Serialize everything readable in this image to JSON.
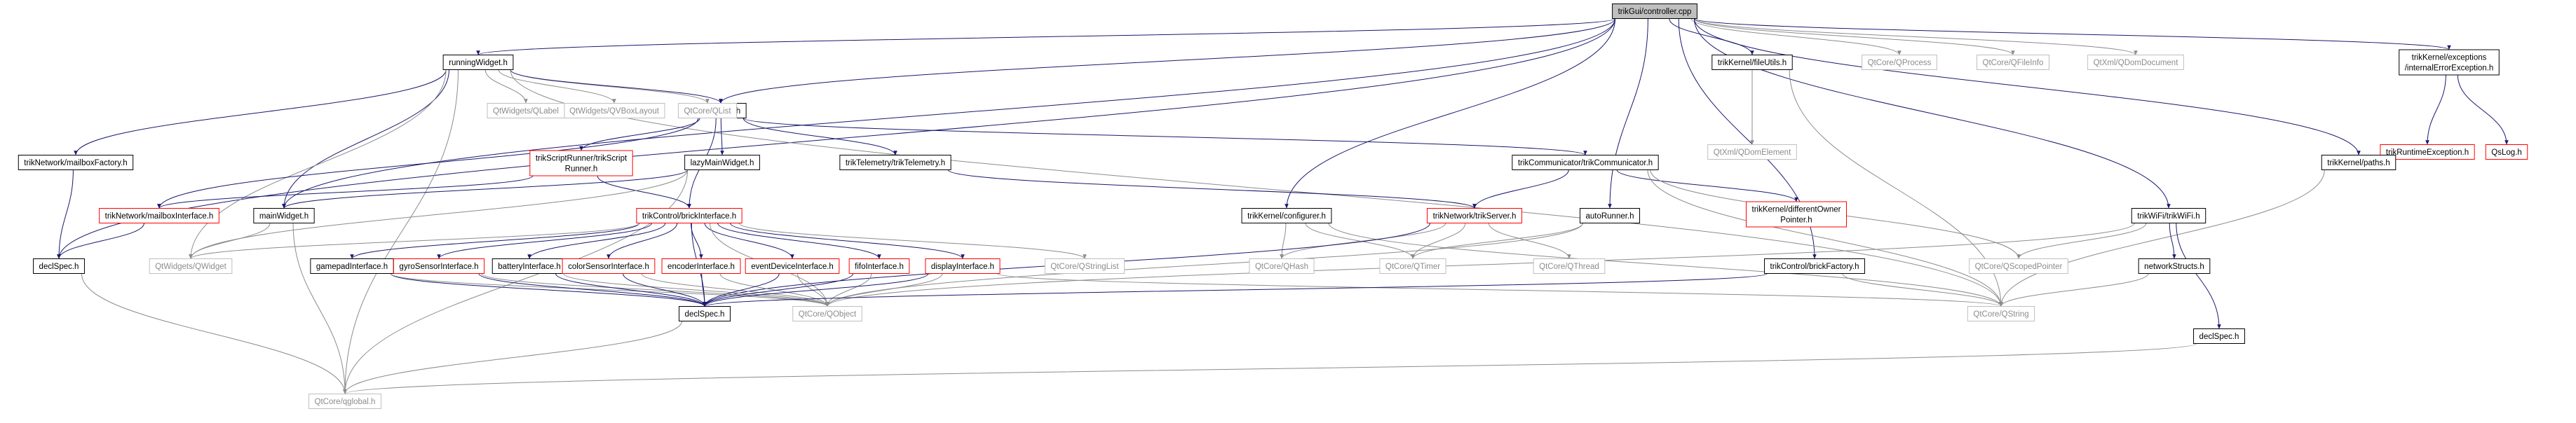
{
  "colors": {
    "edge": "#191970",
    "edge_external": "#8c8c8c",
    "node_border_default": "#000000",
    "node_border_incomplete": "#ff0000",
    "node_border_external": "#bfbfbf",
    "root_fill": "#bfbfbf",
    "external_text": "#8c8c8c"
  },
  "nodes": [
    {
      "id": "root",
      "lines": [
        "trikGui/controller.cpp"
      ],
      "kind": "root"
    },
    {
      "id": "runningWidget",
      "lines": [
        "runningWidget.h"
      ],
      "kind": "normal"
    },
    {
      "id": "controller",
      "lines": [
        "controller.h"
      ],
      "kind": "normal"
    },
    {
      "id": "fileUtils",
      "lines": [
        "trikKernel/fileUtils.h"
      ],
      "kind": "normal"
    },
    {
      "id": "qprocess",
      "lines": [
        "QtCore/QProcess"
      ],
      "kind": "external"
    },
    {
      "id": "qfileinfo",
      "lines": [
        "QtCore/QFileInfo"
      ],
      "kind": "external"
    },
    {
      "id": "qdomdocument",
      "lines": [
        "QtXml/QDomDocument"
      ],
      "kind": "external"
    },
    {
      "id": "internalError",
      "lines": [
        "trikKernel/exceptions",
        "/internalErrorException.h"
      ],
      "kind": "normal"
    },
    {
      "id": "qvboxlayout",
      "lines": [
        "QtWidgets/QVBoxLayout"
      ],
      "kind": "external"
    },
    {
      "id": "qlist",
      "lines": [
        "QtCore/QList"
      ],
      "kind": "external"
    },
    {
      "id": "qlabel",
      "lines": [
        "QtWidgets/QLabel"
      ],
      "kind": "external"
    },
    {
      "id": "qdomelement",
      "lines": [
        "QtXml/QDomElement"
      ],
      "kind": "external"
    },
    {
      "id": "runtimeException",
      "lines": [
        "trikRuntimeException.h"
      ],
      "kind": "incomplete"
    },
    {
      "id": "qslog",
      "lines": [
        "QsLog.h"
      ],
      "kind": "incomplete"
    },
    {
      "id": "mailboxFactory",
      "lines": [
        "trikNetwork/mailboxFactory.h"
      ],
      "kind": "normal"
    },
    {
      "id": "scriptRunner",
      "lines": [
        "trikScriptRunner/trikScript",
        "Runner.h"
      ],
      "kind": "incomplete"
    },
    {
      "id": "lazyMainWidget",
      "lines": [
        "lazyMainWidget.h"
      ],
      "kind": "normal"
    },
    {
      "id": "trikTelemetry",
      "lines": [
        "trikTelemetry/trikTelemetry.h"
      ],
      "kind": "normal"
    },
    {
      "id": "trikCommunicator",
      "lines": [
        "trikCommunicator/trikCommunicator.h"
      ],
      "kind": "normal"
    },
    {
      "id": "paths",
      "lines": [
        "trikKernel/paths.h"
      ],
      "kind": "normal"
    },
    {
      "id": "mailboxInterface",
      "lines": [
        "trikNetwork/mailboxInterface.h"
      ],
      "kind": "incomplete"
    },
    {
      "id": "mainWidget",
      "lines": [
        "mainWidget.h"
      ],
      "kind": "normal"
    },
    {
      "id": "brickInterface",
      "lines": [
        "trikControl/brickInterface.h"
      ],
      "kind": "incomplete"
    },
    {
      "id": "configurer",
      "lines": [
        "trikKernel/configurer.h"
      ],
      "kind": "normal"
    },
    {
      "id": "trikServer",
      "lines": [
        "trikNetwork/trikServer.h"
      ],
      "kind": "incomplete"
    },
    {
      "id": "autoRunner",
      "lines": [
        "autoRunner.h"
      ],
      "kind": "normal"
    },
    {
      "id": "differentOwner",
      "lines": [
        "trikKernel/differentOwner",
        "Pointer.h"
      ],
      "kind": "incomplete"
    },
    {
      "id": "trikWiFi",
      "lines": [
        "trikWiFi/trikWiFi.h"
      ],
      "kind": "normal"
    },
    {
      "id": "declSpec1",
      "lines": [
        "declSpec.h"
      ],
      "kind": "normal"
    },
    {
      "id": "qwidget",
      "lines": [
        "QtWidgets/QWidget"
      ],
      "kind": "external"
    },
    {
      "id": "gamepad",
      "lines": [
        "gamepadInterface.h"
      ],
      "kind": "normal"
    },
    {
      "id": "gyro",
      "lines": [
        "gyroSensorInterface.h"
      ],
      "kind": "incomplete"
    },
    {
      "id": "battery",
      "lines": [
        "batteryInterface.h"
      ],
      "kind": "normal"
    },
    {
      "id": "colorSensor",
      "lines": [
        "colorSensorInterface.h"
      ],
      "kind": "incomplete"
    },
    {
      "id": "encoder",
      "lines": [
        "encoderInterface.h"
      ],
      "kind": "incomplete"
    },
    {
      "id": "eventDevice",
      "lines": [
        "eventDeviceInterface.h"
      ],
      "kind": "incomplete"
    },
    {
      "id": "fifo",
      "lines": [
        "fifoInterface.h"
      ],
      "kind": "incomplete"
    },
    {
      "id": "display",
      "lines": [
        "displayInterface.h"
      ],
      "kind": "incomplete"
    },
    {
      "id": "qstringlist",
      "lines": [
        "QtCore/QStringList"
      ],
      "kind": "external"
    },
    {
      "id": "qhash",
      "lines": [
        "QtCore/QHash"
      ],
      "kind": "external"
    },
    {
      "id": "qtimer",
      "lines": [
        "QtCore/QTimer"
      ],
      "kind": "external"
    },
    {
      "id": "qthread",
      "lines": [
        "QtCore/QThread"
      ],
      "kind": "external"
    },
    {
      "id": "brickFactory",
      "lines": [
        "trikControl/brickFactory.h"
      ],
      "kind": "normal"
    },
    {
      "id": "qscopedpointer",
      "lines": [
        "QtCore/QScopedPointer"
      ],
      "kind": "external"
    },
    {
      "id": "networkStructs",
      "lines": [
        "networkStructs.h"
      ],
      "kind": "normal"
    },
    {
      "id": "declSpec2",
      "lines": [
        "declSpec.h"
      ],
      "kind": "normal"
    },
    {
      "id": "qobject",
      "lines": [
        "QtCore/QObject"
      ],
      "kind": "external"
    },
    {
      "id": "qstring",
      "lines": [
        "QtCore/QString"
      ],
      "kind": "external"
    },
    {
      "id": "declSpec3",
      "lines": [
        "declSpec.h"
      ],
      "kind": "normal"
    },
    {
      "id": "qglobal",
      "lines": [
        "QtCore/qglobal.h"
      ],
      "kind": "external"
    }
  ],
  "edges": [
    [
      "root",
      "runningWidget"
    ],
    [
      "root",
      "controller"
    ],
    [
      "root",
      "fileUtils"
    ],
    [
      "root",
      "qprocess"
    ],
    [
      "root",
      "qfileinfo"
    ],
    [
      "root",
      "qdomdocument"
    ],
    [
      "root",
      "internalError"
    ],
    [
      "root",
      "mainWidget"
    ],
    [
      "root",
      "configurer"
    ],
    [
      "root",
      "autoRunner"
    ],
    [
      "root",
      "brickFactory"
    ],
    [
      "root",
      "trikWiFi"
    ],
    [
      "root",
      "paths"
    ],
    [
      "root",
      "declSpec1"
    ],
    [
      "runningWidget",
      "qvboxlayout"
    ],
    [
      "runningWidget",
      "qlist"
    ],
    [
      "runningWidget",
      "qlabel"
    ],
    [
      "runningWidget",
      "controller"
    ],
    [
      "runningWidget",
      "mailboxFactory"
    ],
    [
      "runningWidget",
      "mainWidget"
    ],
    [
      "runningWidget",
      "qwidget"
    ],
    [
      "runningWidget",
      "qstring"
    ],
    [
      "runningWidget",
      "qglobal"
    ],
    [
      "controller",
      "mailboxInterface"
    ],
    [
      "controller",
      "scriptRunner"
    ],
    [
      "controller",
      "lazyMainWidget"
    ],
    [
      "controller",
      "trikTelemetry"
    ],
    [
      "controller",
      "trikCommunicator"
    ],
    [
      "controller",
      "brickInterface"
    ],
    [
      "fileUtils",
      "qdomelement"
    ],
    [
      "fileUtils",
      "qstring"
    ],
    [
      "internalError",
      "runtimeException"
    ],
    [
      "internalError",
      "qslog"
    ],
    [
      "mailboxFactory",
      "declSpec1"
    ],
    [
      "scriptRunner",
      "mailboxInterface"
    ],
    [
      "scriptRunner",
      "brickInterface"
    ],
    [
      "lazyMainWidget",
      "mainWidget"
    ],
    [
      "lazyMainWidget",
      "qwidget"
    ],
    [
      "lazyMainWidget",
      "qglobal"
    ],
    [
      "trikTelemetry",
      "trikServer"
    ],
    [
      "trikCommunicator",
      "trikServer"
    ],
    [
      "trikCommunicator",
      "differentOwner"
    ],
    [
      "trikCommunicator",
      "qscopedpointer"
    ],
    [
      "trikCommunicator",
      "qstring"
    ],
    [
      "paths",
      "qstring"
    ],
    [
      "mailboxInterface",
      "declSpec1"
    ],
    [
      "mainWidget",
      "qwidget"
    ],
    [
      "mainWidget",
      "qglobal"
    ],
    [
      "brickInterface",
      "gamepad"
    ],
    [
      "brickInterface",
      "gyro"
    ],
    [
      "brickInterface",
      "battery"
    ],
    [
      "brickInterface",
      "colorSensor"
    ],
    [
      "brickInterface",
      "encoder"
    ],
    [
      "brickInterface",
      "eventDevice"
    ],
    [
      "brickInterface",
      "fifo"
    ],
    [
      "brickInterface",
      "display"
    ],
    [
      "brickInterface",
      "qstringlist"
    ],
    [
      "brickInterface",
      "qwidget"
    ],
    [
      "brickInterface",
      "declSpec2"
    ],
    [
      "brickInterface",
      "qobject"
    ],
    [
      "configurer",
      "qhash"
    ],
    [
      "configurer",
      "qtimer"
    ],
    [
      "configurer",
      "qstring"
    ],
    [
      "trikServer",
      "qthread"
    ],
    [
      "trikServer",
      "qhash"
    ],
    [
      "trikServer",
      "qtimer"
    ],
    [
      "trikServer",
      "declSpec2"
    ],
    [
      "autoRunner",
      "qtimer"
    ],
    [
      "autoRunner",
      "qobject"
    ],
    [
      "trikWiFi",
      "networkStructs"
    ],
    [
      "trikWiFi",
      "qscopedpointer"
    ],
    [
      "trikWiFi",
      "declSpec3"
    ],
    [
      "trikWiFi",
      "qobject"
    ],
    [
      "declSpec1",
      "qglobal"
    ],
    [
      "gamepad",
      "declSpec2"
    ],
    [
      "gamepad",
      "qobject"
    ],
    [
      "gyro",
      "declSpec2"
    ],
    [
      "gyro",
      "qobject"
    ],
    [
      "battery",
      "declSpec2"
    ],
    [
      "battery",
      "qobject"
    ],
    [
      "colorSensor",
      "declSpec2"
    ],
    [
      "colorSensor",
      "qobject"
    ],
    [
      "encoder",
      "declSpec2"
    ],
    [
      "encoder",
      "qobject"
    ],
    [
      "eventDevice",
      "declSpec2"
    ],
    [
      "eventDevice",
      "qobject"
    ],
    [
      "fifo",
      "declSpec2"
    ],
    [
      "fifo",
      "qobject"
    ],
    [
      "display",
      "declSpec2"
    ],
    [
      "display",
      "qobject"
    ],
    [
      "display",
      "qstring"
    ],
    [
      "brickFactory",
      "declSpec2"
    ],
    [
      "brickFactory",
      "qstring"
    ],
    [
      "networkStructs",
      "qstring"
    ],
    [
      "declSpec2",
      "qglobal"
    ],
    [
      "declSpec3",
      "qglobal"
    ]
  ]
}
